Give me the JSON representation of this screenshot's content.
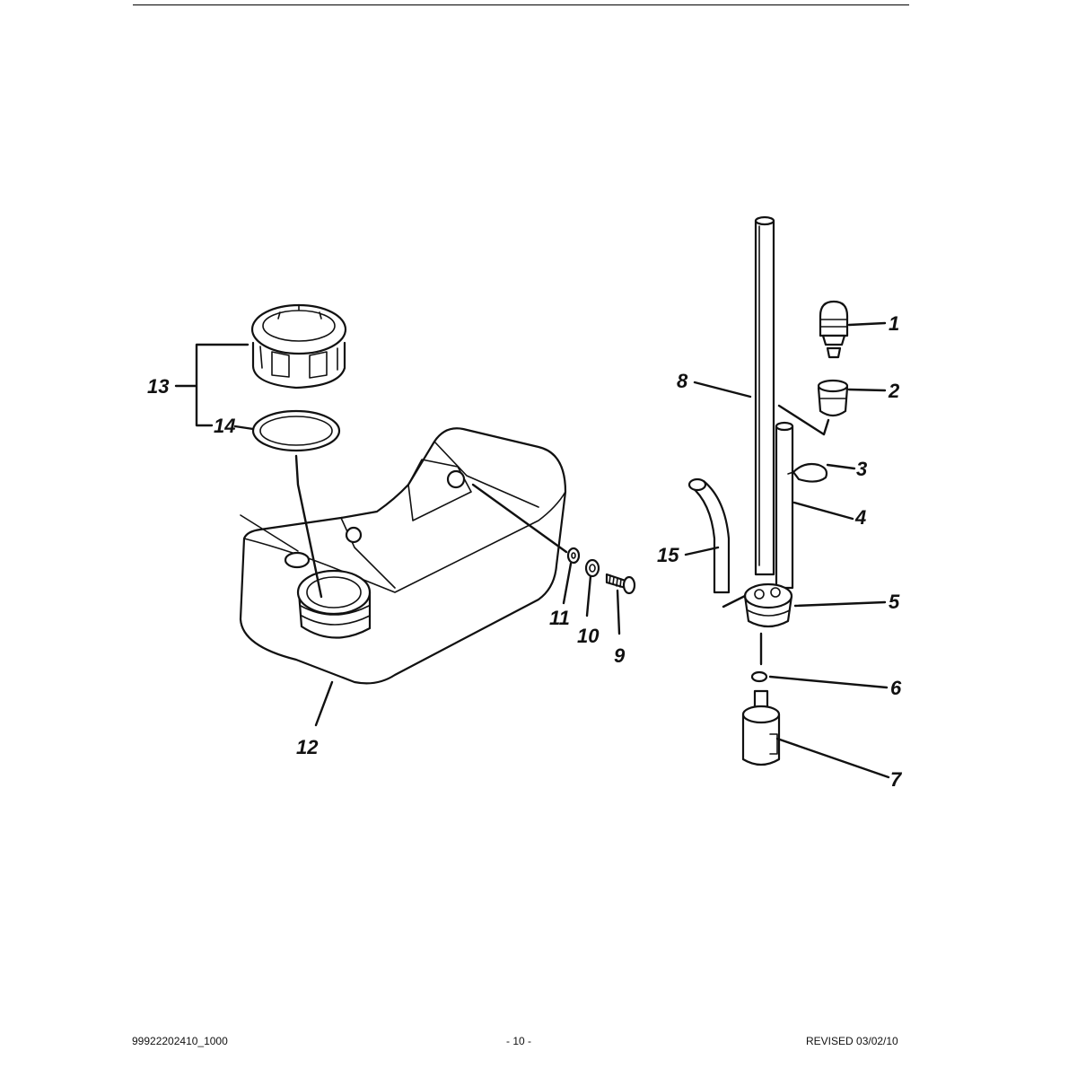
{
  "callouts": {
    "c1": "1",
    "c2": "2",
    "c3": "3",
    "c4": "4",
    "c5": "5",
    "c6": "6",
    "c7": "7",
    "c8": "8",
    "c9": "9",
    "c10": "10",
    "c11": "11",
    "c12": "12",
    "c13": "13",
    "c14": "14",
    "c15": "15"
  },
  "footer": {
    "part_number": "99922202410_1000",
    "page": "- 10 -",
    "revision": "REVISED 03/02/10"
  }
}
